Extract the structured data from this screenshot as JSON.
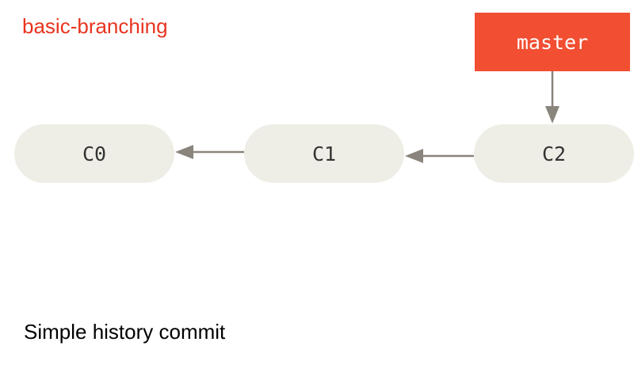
{
  "header": {
    "title": "basic-branching"
  },
  "branch": {
    "label": "master",
    "color": "#f14e32"
  },
  "commits": [
    {
      "label": "C0"
    },
    {
      "label": "C1"
    },
    {
      "label": "C2"
    }
  ],
  "footer": {
    "caption": "Simple history commit"
  },
  "colors": {
    "commit_fill": "#efeee6",
    "arrow": "#8a857c",
    "title": "#e8341f"
  }
}
